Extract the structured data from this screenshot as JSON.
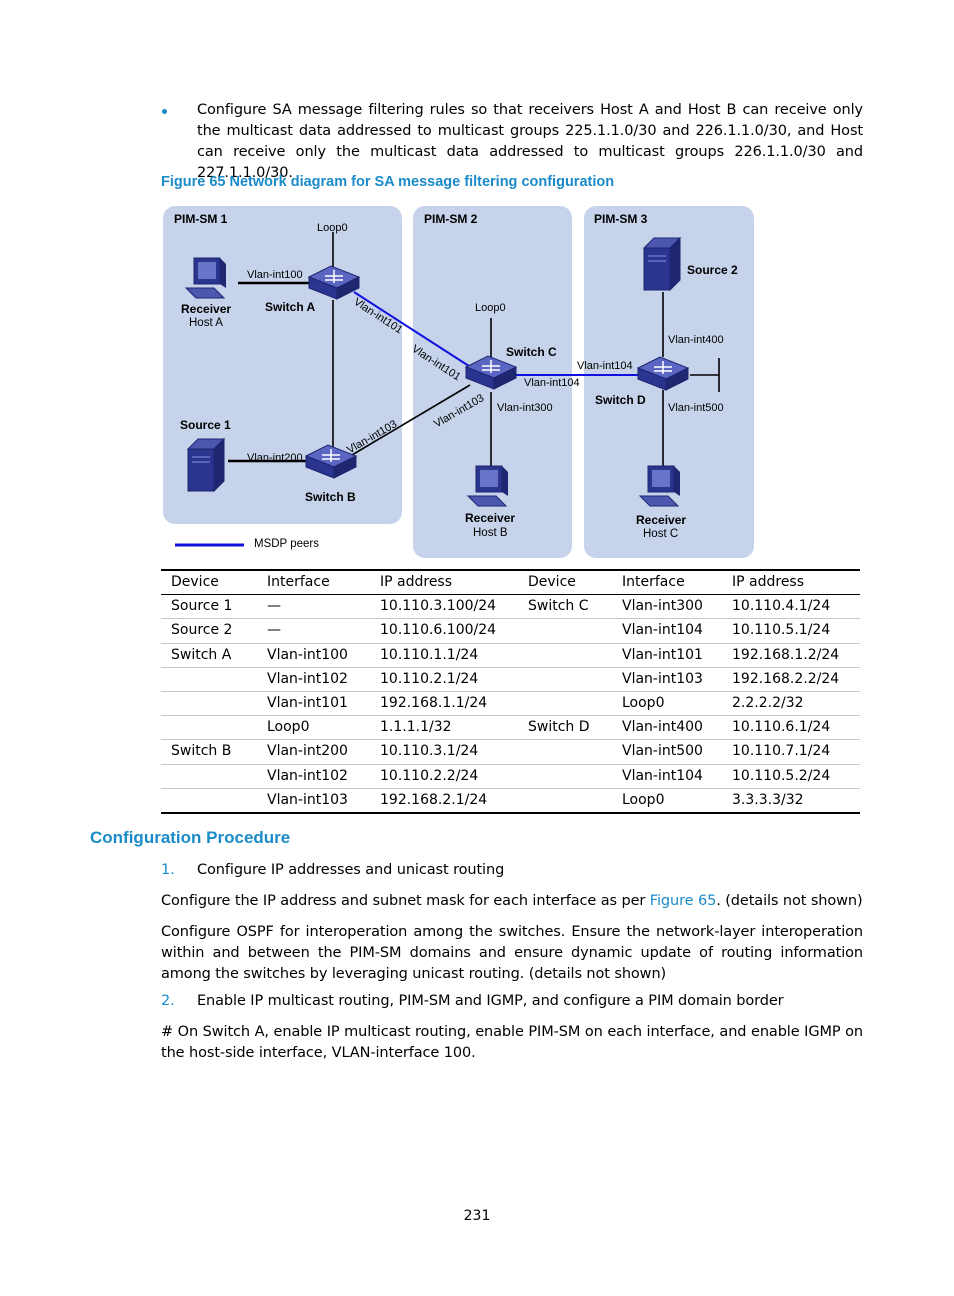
{
  "bullet_text": "Configure SA message filtering rules so that receivers Host A and Host B can receive only the multicast data addressed to multicast groups 225.1.1.0/30 and 226.1.1.0/30, and Host can receive only the multicast data addressed to multicast groups 226.1.1.0/30 and 227.1.1.0/30.",
  "figure_caption": "Figure 65 Network diagram for SA message filtering configuration",
  "diagram": {
    "domains": [
      "PIM-SM 1",
      "PIM-SM 2",
      "PIM-SM 3"
    ],
    "labels": {
      "loop0_a": "Loop0",
      "loop0_c": "Loop0",
      "vlan100": "Vlan-int100",
      "vlan101_a": "Vlan-int101",
      "vlan101_c": "Vlan-int101",
      "vlan103_b": "Vlan-int103",
      "vlan103_c": "Vlan-int103",
      "vlan200": "Vlan-int200",
      "vlan300": "Vlan-int300",
      "vlan104_c": "Vlan-int104",
      "vlan104_d": "Vlan-int104",
      "vlan400": "Vlan-int400",
      "vlan500": "Vlan-int500"
    },
    "devices": {
      "switch_a": "Switch A",
      "switch_b": "Switch B",
      "switch_c": "Switch C",
      "switch_d": "Switch D",
      "source1": "Source 1",
      "source2": "Source 2",
      "receiver": "Receiver",
      "host_a": "Host A",
      "host_b": "Host B",
      "host_c": "Host C"
    },
    "legend": "MSDP peers",
    "colors": {
      "region": "#c6d3ea",
      "msdp_line": "#1010e0",
      "device": "#2a3590"
    }
  },
  "table": {
    "headers": [
      "Device",
      "Interface",
      "IP address",
      "Device",
      "Interface",
      "IP address"
    ],
    "rows": [
      [
        "Source 1",
        "—",
        "10.110.3.100/24",
        "Switch C",
        "Vlan-int300",
        "10.110.4.1/24"
      ],
      [
        "Source 2",
        "—",
        "10.110.6.100/24",
        "",
        "Vlan-int104",
        "10.110.5.1/24"
      ],
      [
        "Switch A",
        "Vlan-int100",
        "10.110.1.1/24",
        "",
        "Vlan-int101",
        "192.168.1.2/24"
      ],
      [
        "",
        "Vlan-int102",
        "10.110.2.1/24",
        "",
        "Vlan-int103",
        "192.168.2.2/24"
      ],
      [
        "",
        "Vlan-int101",
        "192.168.1.1/24",
        "",
        "Loop0",
        "2.2.2.2/32"
      ],
      [
        "",
        "Loop0",
        "1.1.1.1/32",
        "Switch D",
        "Vlan-int400",
        "10.110.6.1/24"
      ],
      [
        "Switch B",
        "Vlan-int200",
        "10.110.3.1/24",
        "",
        "Vlan-int500",
        "10.110.7.1/24"
      ],
      [
        "",
        "Vlan-int102",
        "10.110.2.2/24",
        "",
        "Vlan-int104",
        "10.110.5.2/24"
      ],
      [
        "",
        "Vlan-int103",
        "192.168.2.1/24",
        "",
        "Loop0",
        "3.3.3.3/32"
      ]
    ]
  },
  "section_title": "Configuration Procedure",
  "step1": {
    "num": "1.",
    "text": "Configure IP addresses and unicast routing"
  },
  "para1": {
    "before": "Configure the IP address and subnet mask for each interface as per ",
    "link": "Figure 65",
    "after": ". (details not shown)"
  },
  "para2": "Configure OSPF for interoperation among the switches. Ensure the network-layer interoperation within and between the PIM-SM domains and ensure dynamic update of routing information among the switches by leveraging unicast routing. (details not shown)",
  "step2": {
    "num": "2.",
    "text": "Enable IP multicast routing, PIM-SM and IGMP, and configure a PIM domain border"
  },
  "para3": "# On Switch A, enable IP multicast routing, enable PIM-SM on each interface, and enable IGMP on the host-side interface, VLAN-interface 100.",
  "page_number": "231"
}
